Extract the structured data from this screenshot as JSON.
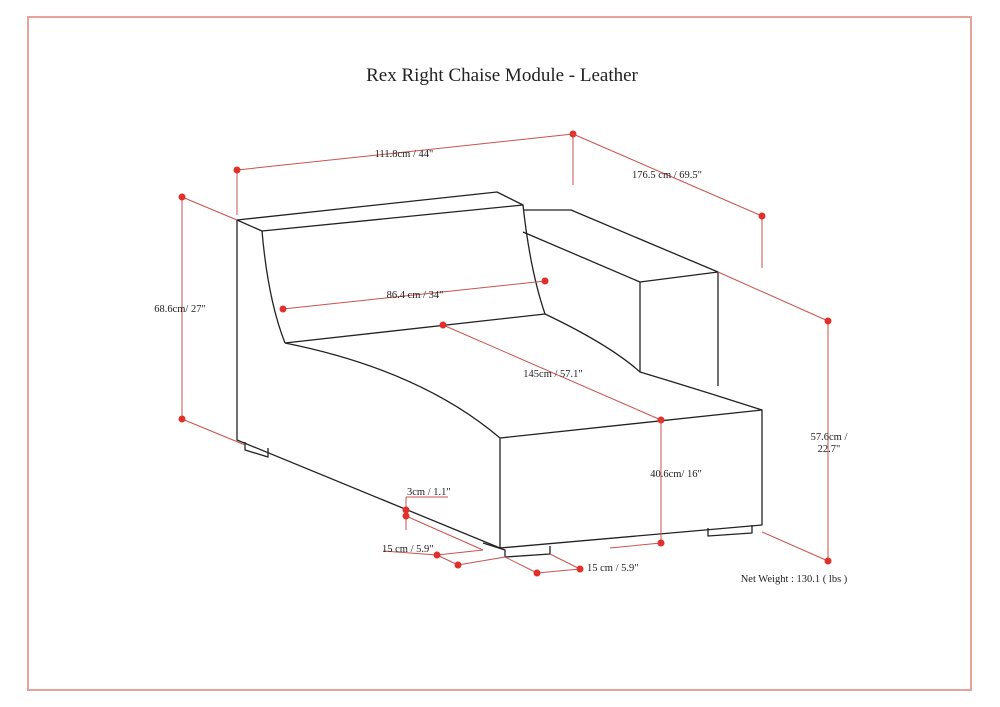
{
  "title": "Rex Right Chaise Module - Leather",
  "dimensions": {
    "width": "111.8cm / 44\"",
    "depth": "176.5 cm / 69.5\"",
    "height": "68.6cm/ 27\"",
    "seat_width": "86.4 cm / 34\"",
    "seat_depth": "145cm / 57.1\"",
    "seat_height": "40.6cm/ 16\"",
    "arm_height_line1": "57.6cm /",
    "arm_height_line2": "22.7\"",
    "leg_height": "3cm / 1.1\"",
    "leg_width": "15 cm / 5.9\"",
    "leg_depth": "15 cm / 5.9\""
  },
  "net_weight": "Net Weight : 130.1 ( lbs )",
  "colors": {
    "frame": "#e8a29c",
    "dimension": "#c9534c",
    "dot": "#e0302a",
    "outline": "#222222"
  }
}
